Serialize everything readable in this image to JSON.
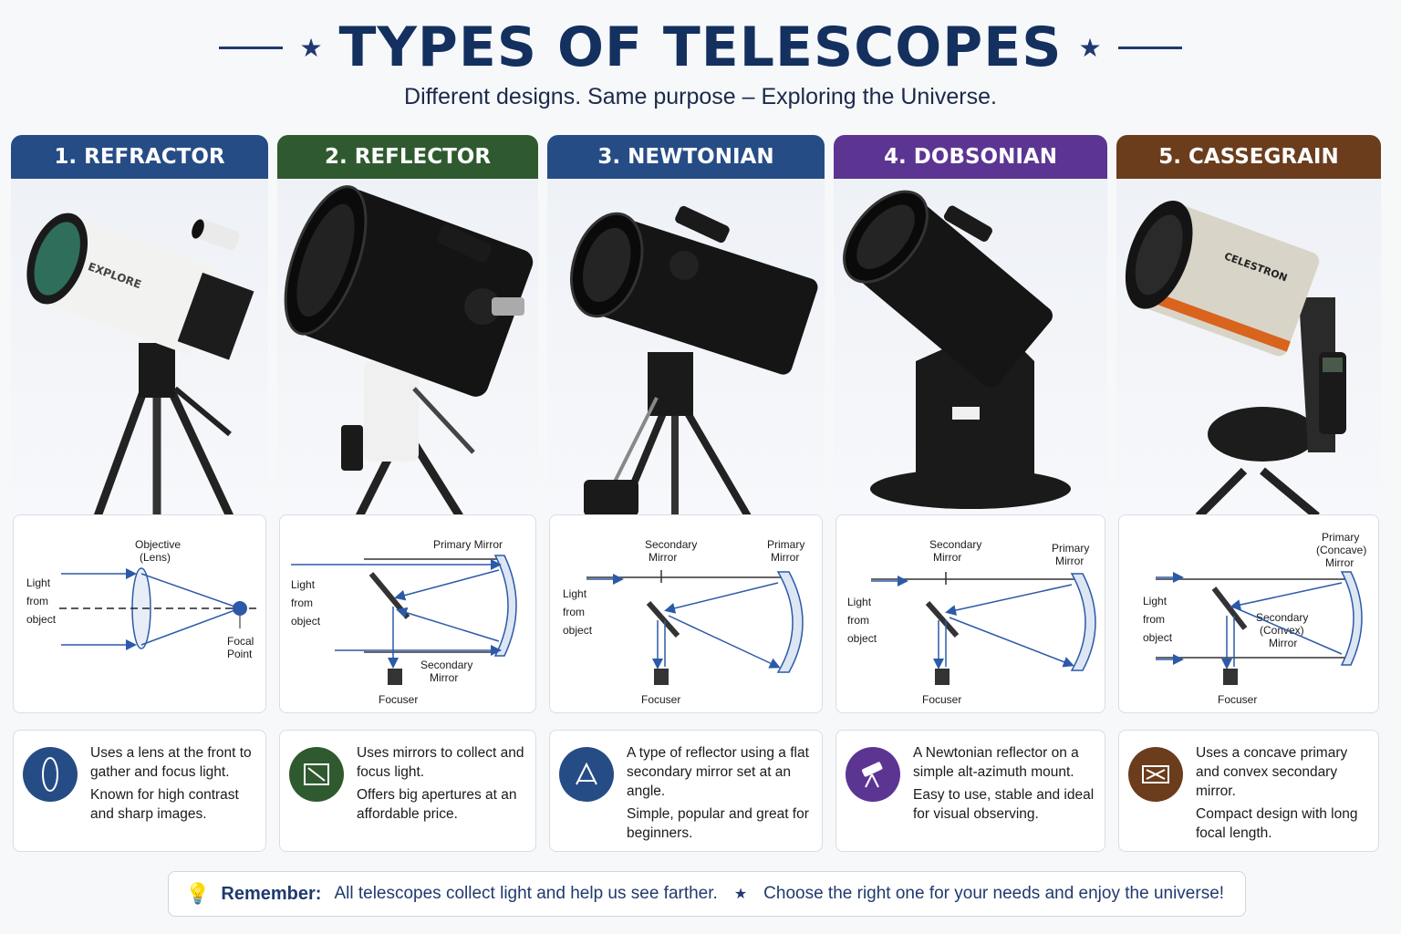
{
  "header": {
    "title": "TYPES OF TELESCOPES",
    "subtitle": "Different designs. Same purpose – Exploring the Universe."
  },
  "colors": {
    "refractor": "#264c86",
    "reflector": "#2f5a2f",
    "newtonian": "#264c86",
    "dobsonian": "#5c3593",
    "cassegrain": "#6b3d1c",
    "ray": "#2c5aa8"
  },
  "columns": [
    {
      "heading": "1. REFRACTOR",
      "brand": "EXPLORE",
      "labels": {
        "top": "Objective",
        "top2": "(Lens)",
        "light1": "Light",
        "light2": "from",
        "light3": "object",
        "focal1": "Focal",
        "focal2": "Point"
      },
      "icon": "lens-icon",
      "desc": [
        "Uses a lens at the front to gather and focus light.",
        "Known for high contrast and sharp images."
      ]
    },
    {
      "heading": "2. REFLECTOR",
      "labels": {
        "primary": "Primary Mirror",
        "light1": "Light",
        "light2": "from",
        "light3": "object",
        "secondary1": "Secondary",
        "secondary2": "Mirror",
        "focuser": "Focuser"
      },
      "icon": "mirror-icon",
      "desc": [
        "Uses mirrors to collect and focus light.",
        "Offers big apertures at an affordable price."
      ]
    },
    {
      "heading": "3. NEWTONIAN",
      "labels": {
        "secondary1": "Secondary",
        "secondary2": "Mirror",
        "primary1": "Primary",
        "primary2": "Mirror",
        "light1": "Light",
        "light2": "from",
        "light3": "object",
        "focuser": "Focuser"
      },
      "icon": "newtonian-icon",
      "desc": [
        "A type of reflector using a flat secondary mirror set at an angle.",
        "Simple, popular and great for beginners."
      ]
    },
    {
      "heading": "4. DOBSONIAN",
      "labels": {
        "secondary1": "Secondary",
        "secondary2": "Mirror",
        "primary1": "Primary",
        "primary2": "Mirror",
        "light1": "Light",
        "light2": "from",
        "light3": "object",
        "focuser": "Focuser"
      },
      "icon": "telescope-icon",
      "desc": [
        "A Newtonian reflector on a simple alt-azimuth mount.",
        "Easy to use, stable and ideal for visual observing."
      ]
    },
    {
      "heading": "5. CASSEGRAIN",
      "brand": "CELESTRON",
      "labels": {
        "primary1": "Primary",
        "primary2": "(Concave)",
        "primary3": "Mirror",
        "secondary1": "Secondary",
        "secondary2": "(Convex)",
        "secondary3": "Mirror",
        "light1": "Light",
        "light2": "from",
        "light3": "object",
        "focuser": "Focuser"
      },
      "icon": "cassegrain-icon",
      "desc": [
        "Uses a concave primary and convex secondary mirror.",
        "Compact design with long focal length."
      ]
    }
  ],
  "footer": {
    "label": "Remember:",
    "text1": "All telescopes collect light and help us see farther.",
    "text2": "Choose the right one for your needs and enjoy the universe!"
  }
}
